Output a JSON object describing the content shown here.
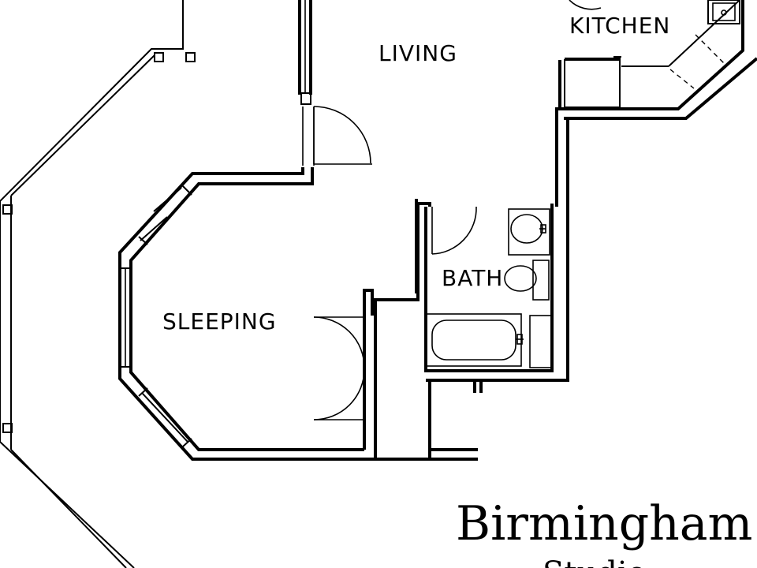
{
  "plan": {
    "rooms": {
      "living": "LIVING",
      "kitchen": "KITCHEN",
      "bath": "BATH",
      "sleeping": "SLEEPING"
    },
    "title": "Birmingham",
    "subtitle": "Studio"
  }
}
